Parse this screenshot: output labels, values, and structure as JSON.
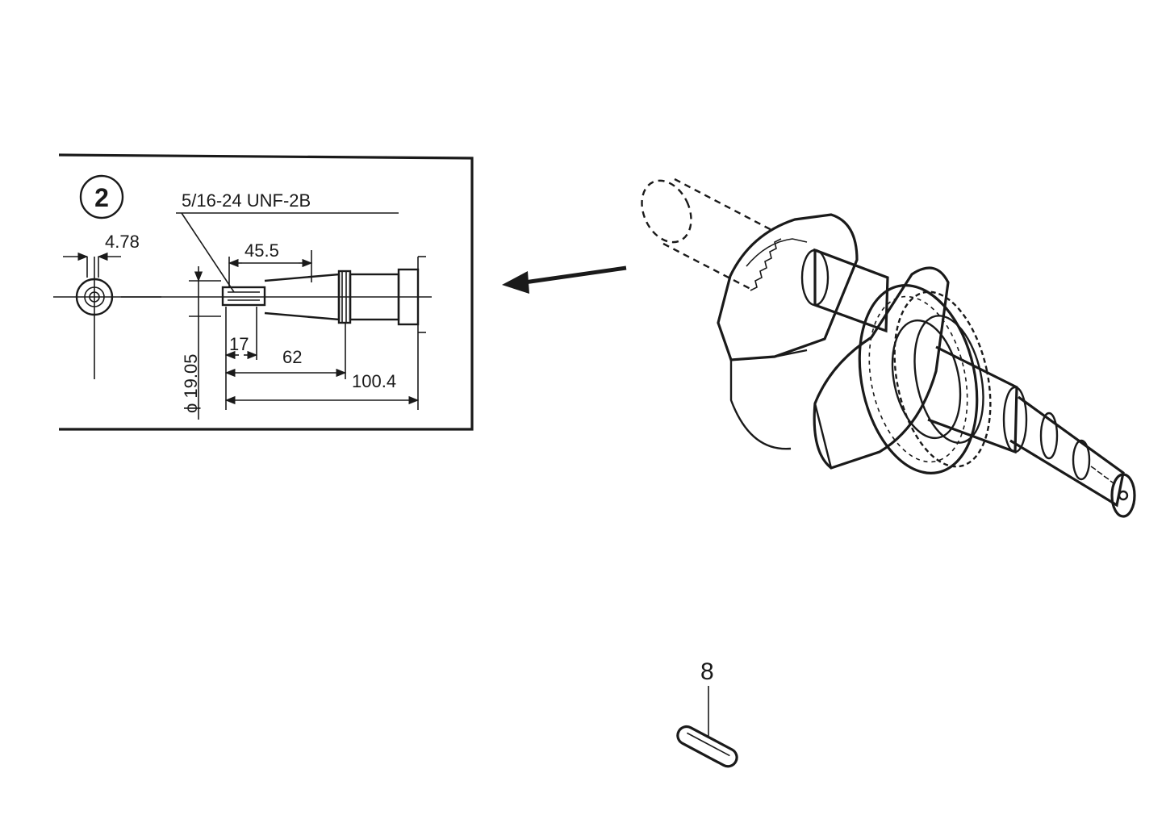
{
  "detail_box": {
    "callout_number": "2",
    "thread_spec": "5/16-24 UNF-2B",
    "dimensions": {
      "keyway_width": "4.78",
      "taper_length": "45.5",
      "thread_depth": "17",
      "shaft_step": "62",
      "overall_length": "100.4",
      "diameter": "ϕ 19.05"
    }
  },
  "parts": {
    "key_callout": "8"
  }
}
